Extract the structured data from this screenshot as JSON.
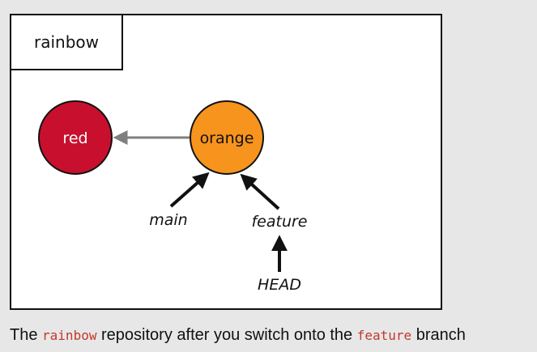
{
  "repository": {
    "name": "rainbow"
  },
  "commits": {
    "red": {
      "label": "red",
      "fill": "#c8102e"
    },
    "orange": {
      "label": "orange",
      "fill": "#f7941d"
    }
  },
  "refs": {
    "main": {
      "label": "main"
    },
    "feature": {
      "label": "feature"
    },
    "head": {
      "label": "HEAD"
    }
  },
  "colors": {
    "parent_arrow": "#7f7f7f",
    "ref_arrow": "#111111",
    "code_text": "#c0392b"
  },
  "caption": {
    "part1": "The ",
    "code1": "rainbow",
    "part2": " repository after you switch onto the ",
    "code2": "feature",
    "part3": " branch"
  }
}
